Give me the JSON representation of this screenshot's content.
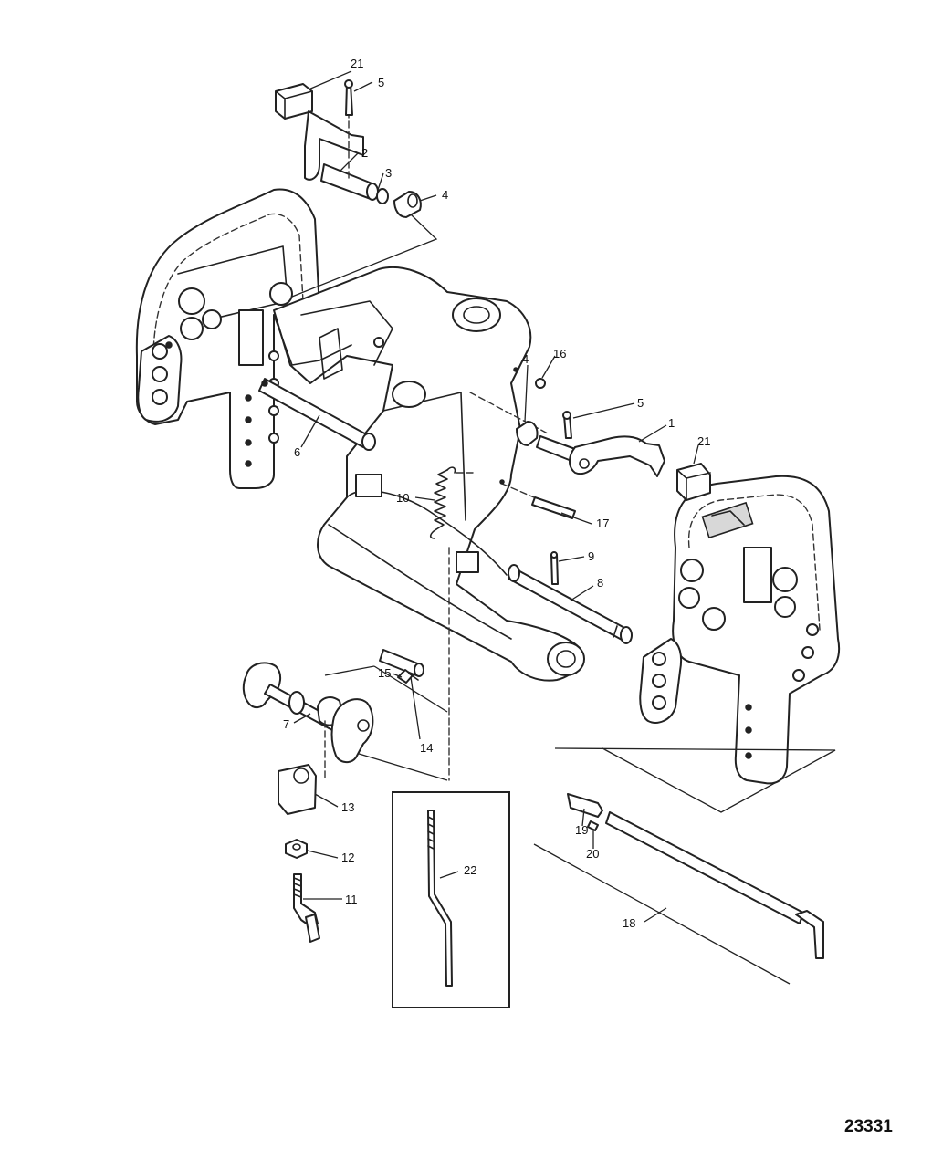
{
  "diagram": {
    "reference_number": "23331",
    "callouts": [
      {
        "id": "c21a",
        "label": "21"
      },
      {
        "id": "c5a",
        "label": "5"
      },
      {
        "id": "c2",
        "label": "2"
      },
      {
        "id": "c3",
        "label": "3"
      },
      {
        "id": "c4a",
        "label": "4"
      },
      {
        "id": "c16",
        "label": "16"
      },
      {
        "id": "c4b",
        "label": "4"
      },
      {
        "id": "c5b",
        "label": "5"
      },
      {
        "id": "c1",
        "label": "1"
      },
      {
        "id": "c21b",
        "label": "21"
      },
      {
        "id": "c6",
        "label": "6"
      },
      {
        "id": "c10",
        "label": "10"
      },
      {
        "id": "c17",
        "label": "17"
      },
      {
        "id": "c9",
        "label": "9"
      },
      {
        "id": "c8",
        "label": "8"
      },
      {
        "id": "c15",
        "label": "15"
      },
      {
        "id": "c7",
        "label": "7"
      },
      {
        "id": "c14",
        "label": "14"
      },
      {
        "id": "c13",
        "label": "13"
      },
      {
        "id": "c12",
        "label": "12"
      },
      {
        "id": "c11",
        "label": "11"
      },
      {
        "id": "c22",
        "label": "22"
      },
      {
        "id": "c19",
        "label": "19"
      },
      {
        "id": "c20",
        "label": "20"
      },
      {
        "id": "c18",
        "label": "18"
      }
    ]
  }
}
